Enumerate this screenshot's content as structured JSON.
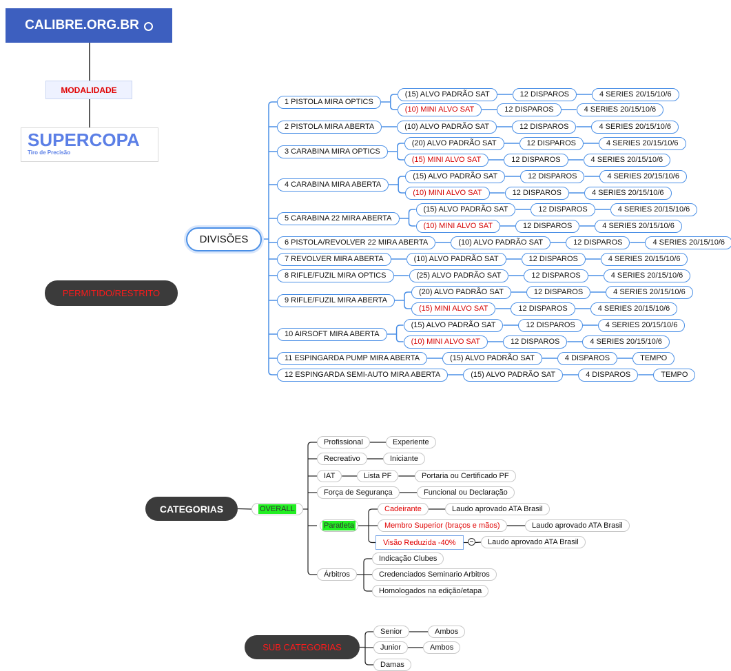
{
  "header": {
    "title": "CALIBRE.ORG.BR",
    "badge_icon": "target-icon"
  },
  "modalidade": {
    "label": "MODALIDADE"
  },
  "supercopa": {
    "title": "SUPERCOPA",
    "subtitle": "Tiro de Precisão"
  },
  "permitido": {
    "label": "PERMITIDO/RESTRITO"
  },
  "divisoes": {
    "label": "DIVISÕES",
    "items": [
      {
        "label": "1 PISTOLA MIRA OPTICS",
        "targets": [
          {
            "alvo": "(15) ALVO PADRÃO SAT",
            "disparos": "12 DISPAROS",
            "series": "4 SERIES 20/15/10/6",
            "red": false
          },
          {
            "alvo": "(10) MINI ALVO SAT",
            "disparos": "12 DISPAROS",
            "series": "4 SERIES 20/15/10/6",
            "red": true
          }
        ]
      },
      {
        "label": "2 PISTOLA MIRA ABERTA",
        "targets": [
          {
            "alvo": "(10) ALVO PADRÃO SAT",
            "disparos": "12 DISPAROS",
            "series": "4 SERIES 20/15/10/6",
            "red": false
          }
        ]
      },
      {
        "label": "3 CARABINA MIRA OPTICS",
        "targets": [
          {
            "alvo": "(20) ALVO PADRÃO SAT",
            "disparos": "12 DISPAROS",
            "series": "4 SERIES 20/15/10/6",
            "red": false
          },
          {
            "alvo": "(15) MINI ALVO SAT",
            "disparos": "12 DISPAROS",
            "series": "4 SERIES 20/15/10/6",
            "red": true
          }
        ]
      },
      {
        "label": "4 CARABINA MIRA ABERTA",
        "targets": [
          {
            "alvo": "(15) ALVO PADRÃO SAT",
            "disparos": "12 DISPAROS",
            "series": "4 SERIES 20/15/10/6",
            "red": false
          },
          {
            "alvo": "(10) MINI ALVO SAT",
            "disparos": "12 DISPAROS",
            "series": "4 SERIES 20/15/10/6",
            "red": true
          }
        ]
      },
      {
        "label": "5 CARABINA 22 MIRA ABERTA",
        "targets": [
          {
            "alvo": "(15) ALVO PADRÃO SAT",
            "disparos": "12 DISPAROS",
            "series": "4 SERIES 20/15/10/6",
            "red": false
          },
          {
            "alvo": "(10) MINI ALVO SAT",
            "disparos": "12 DISPAROS",
            "series": "4 SERIES 20/15/10/6",
            "red": true
          }
        ]
      },
      {
        "label": "6 PISTOLA/REVOLVER 22 MIRA ABERTA",
        "targets": [
          {
            "alvo": "(10) ALVO PADRÃO SAT",
            "disparos": "12 DISPAROS",
            "series": "4 SERIES 20/15/10/6",
            "red": false
          }
        ]
      },
      {
        "label": "7 REVOLVER MIRA ABERTA",
        "targets": [
          {
            "alvo": "(10) ALVO PADRÃO SAT",
            "disparos": "12 DISPAROS",
            "series": "4 SERIES 20/15/10/6",
            "red": false
          }
        ]
      },
      {
        "label": "8 RIFLE/FUZIL MIRA OPTICS",
        "targets": [
          {
            "alvo": "(25) ALVO PADRÃO SAT",
            "disparos": "12 DISPAROS",
            "series": "4 SERIES 20/15/10/6",
            "red": false
          }
        ]
      },
      {
        "label": "9 RIFLE/FUZIL MIRA ABERTA",
        "targets": [
          {
            "alvo": "(20) ALVO PADRÃO SAT",
            "disparos": "12 DISPAROS",
            "series": "4 SERIES 20/15/10/6",
            "red": false
          },
          {
            "alvo": "(15) MINI ALVO SAT",
            "disparos": "12 DISPAROS",
            "series": "4 SERIES 20/15/10/6",
            "red": true
          }
        ]
      },
      {
        "label": "10 AIRSOFT MIRA ABERTA",
        "targets": [
          {
            "alvo": "(15) ALVO PADRÃO SAT",
            "disparos": "12 DISPAROS",
            "series": "4 SERIES 20/15/10/6",
            "red": false
          },
          {
            "alvo": "(10) MINI ALVO SAT",
            "disparos": "12 DISPAROS",
            "series": "4 SERIES 20/15/10/6",
            "red": true
          }
        ]
      },
      {
        "label": "11 ESPINGARDA PUMP MIRA ABERTA",
        "targets": [
          {
            "alvo": "(15) ALVO PADRÃO SAT",
            "disparos": "4 DISPAROS",
            "series": "TEMPO",
            "red": false
          }
        ]
      },
      {
        "label": "12 ESPINGARDA SEMI-AUTO MIRA ABERTA",
        "targets": [
          {
            "alvo": "(15) ALVO PADRÃO SAT",
            "disparos": "4 DISPAROS",
            "series": "TEMPO",
            "red": false
          }
        ]
      }
    ]
  },
  "categorias": {
    "label": "CATEGORIAS",
    "overall": "OVERALL",
    "profissional": "Profissional",
    "experiente": "Experiente",
    "recreativo": "Recreativo",
    "iniciante": "Iniciante",
    "iat": "IAT",
    "lista_pf": "Lista PF",
    "portaria": "Portaria ou Certificado PF",
    "forca": "Força de Segurança",
    "funcional": "Funcional ou Declaração",
    "paratleta": "Paratleta",
    "cadeirante": "Cadeirante",
    "laudo1": "Laudo aprovado ATA Brasil",
    "membro": "Membro Superior (braços e mãos)",
    "laudo2": "Laudo aprovado ATA Brasil",
    "visao": "Visão Reduzida -40%",
    "laudo3": "Laudo aprovado ATA Brasil",
    "arbitros": "Árbitros",
    "indicacao": "Indicação Clubes",
    "credenciados": "Credenciados Seminario Arbitros",
    "homologados": "Homologados na edição/etapa"
  },
  "subcategorias": {
    "label": "SUB CATEGORIAS",
    "senior": "Senior",
    "senior_ambos": "Ambos",
    "junior": "Junior",
    "junior_ambos": "Ambos",
    "damas": "Damas"
  },
  "colors": {
    "header_bg": "#3d5fbf",
    "node_border": "#4a8fe6",
    "red_text": "#e00000",
    "dark_node": "#3b3b3b",
    "green_hl": "#22ee22"
  }
}
